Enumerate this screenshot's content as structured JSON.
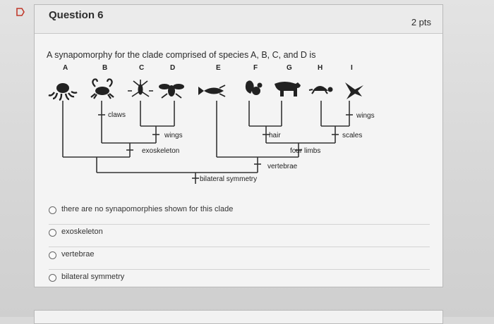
{
  "question": {
    "title": "Question 6",
    "points": "2 pts",
    "prompt": "A synapomorphy for the clade comprised of species A, B, C, and D is",
    "species": [
      "A",
      "B",
      "C",
      "D",
      "E",
      "F",
      "G",
      "H",
      "I"
    ],
    "traits": {
      "claws": "claws",
      "wings_insect": "wings",
      "exoskeleton": "exoskeleton",
      "hair": "hair",
      "four_limbs": "four limbs",
      "vertebrae": "vertebrae",
      "wings_bird": "wings",
      "scales": "scales",
      "bilateral_symmetry": "bilateral symmetry"
    },
    "answers": [
      "there are no synapomorphies shown for this clade",
      "exoskeleton",
      "vertebrae",
      "bilateral symmetry"
    ]
  },
  "icons": {
    "flag": "bookmark-flag-icon",
    "A": "octopus-icon",
    "B": "crab-icon",
    "C": "mosquito-icon",
    "D": "fly-icon",
    "E": "fish-icon",
    "F": "squirrel-icon",
    "G": "bear-icon",
    "H": "turtle-icon",
    "I": "bird-icon"
  },
  "colors": {
    "card": "#f4f4f4",
    "header": "#ebebeb",
    "text": "#2d2d2d"
  }
}
